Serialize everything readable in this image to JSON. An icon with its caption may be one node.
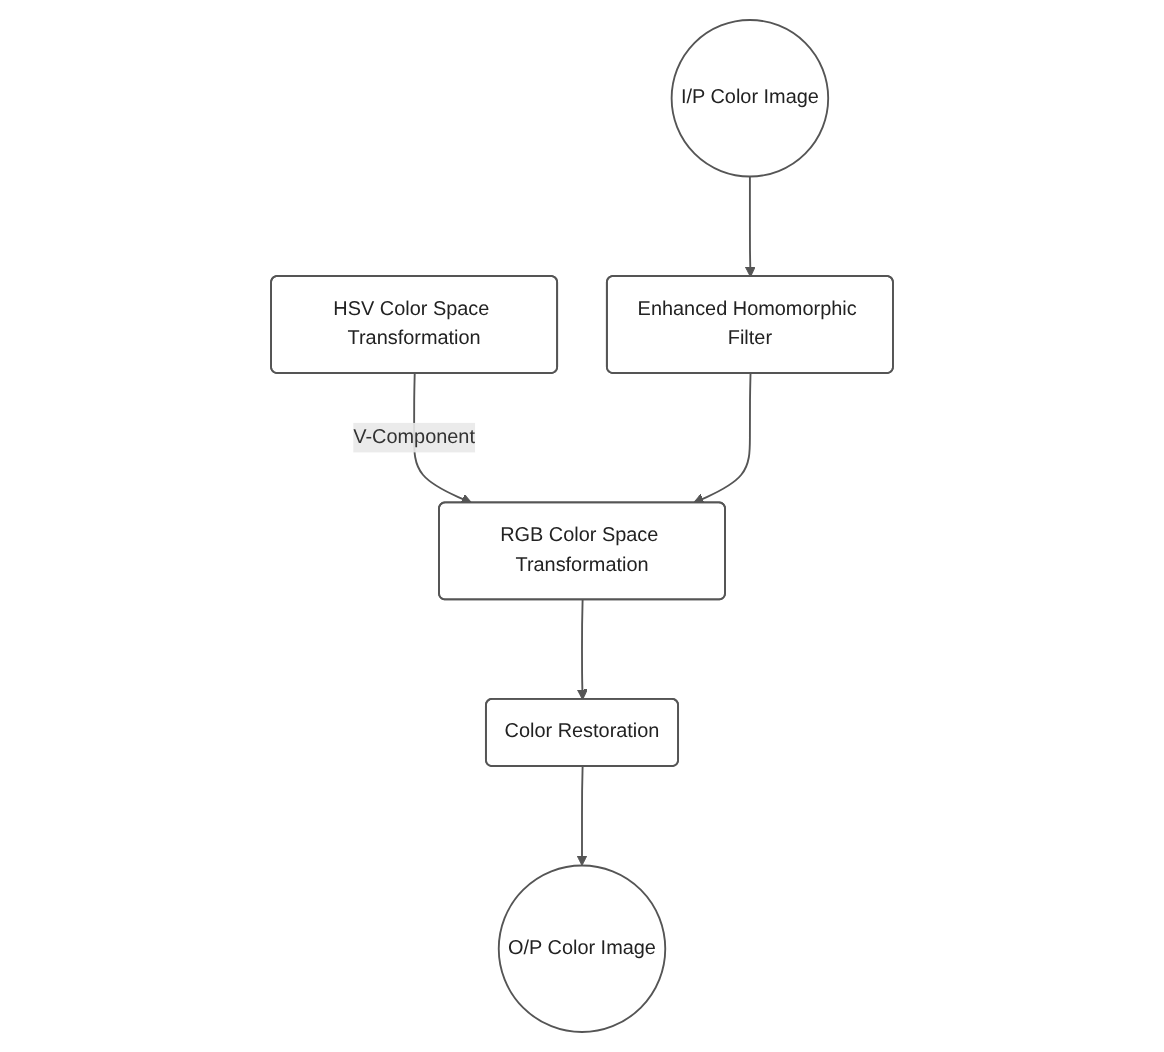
{
  "diagram": {
    "nodes": [
      {
        "text": [
          "I/P Color Image"
        ]
      },
      {
        "text": [
          "HSV Color Space Transformation"
        ]
      },
      {
        "text": [
          "Enhanced Homomorphic Filter"
        ]
      },
      {
        "text": [
          "RGB Color Space Transformation"
        ]
      },
      {
        "text": [
          "Color Restoration"
        ]
      },
      {
        "text": [
          "O/P Color Image"
        ]
      }
    ],
    "edges": [
      {
        "from": 0,
        "to": 2,
        "arrow": "to"
      },
      {
        "from": 1,
        "to": 3,
        "arrow": "to",
        "label": "V-Component"
      },
      {
        "from": 2,
        "to": 3,
        "arrow": "to"
      },
      {
        "from": 3,
        "to": 4,
        "arrow": "to"
      },
      {
        "from": 4,
        "to": 5,
        "arrow": "to"
      }
    ]
  }
}
